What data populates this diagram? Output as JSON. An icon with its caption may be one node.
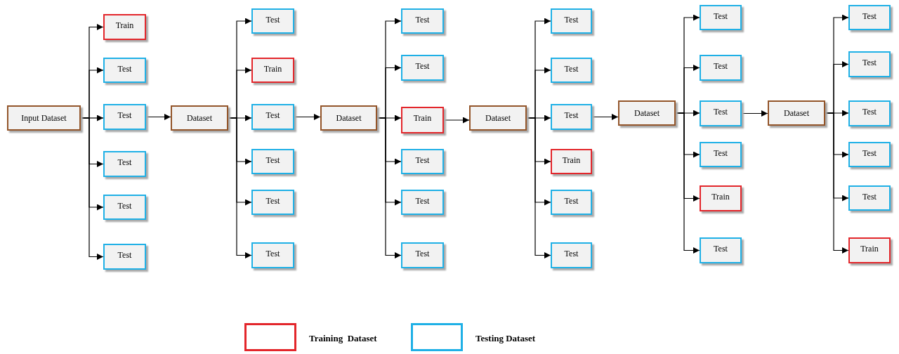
{
  "diagram": {
    "nodes": [
      {
        "text": [
          "Input Dataset"
        ]
      },
      {
        "text": [
          "Train"
        ]
      },
      {
        "text": [
          "Test"
        ]
      },
      {
        "text": [
          "Test"
        ]
      },
      {
        "text": [
          "Test"
        ]
      },
      {
        "text": [
          "Test"
        ]
      },
      {
        "text": [
          "Test"
        ]
      },
      {
        "text": [
          "Dataset"
        ]
      },
      {
        "text": [
          "Test"
        ]
      },
      {
        "text": [
          "Train"
        ]
      },
      {
        "text": [
          "Test"
        ]
      },
      {
        "text": [
          "Test"
        ]
      },
      {
        "text": [
          "Test"
        ]
      },
      {
        "text": [
          "Test"
        ]
      },
      {
        "text": [
          "Dataset"
        ]
      },
      {
        "text": [
          "Test"
        ]
      },
      {
        "text": [
          "Test"
        ]
      },
      {
        "text": [
          "Train"
        ]
      },
      {
        "text": [
          "Test"
        ]
      },
      {
        "text": [
          "Test"
        ]
      },
      {
        "text": [
          "Test"
        ]
      },
      {
        "text": [
          "Dataset"
        ]
      },
      {
        "text": [
          "Test"
        ]
      },
      {
        "text": [
          "Test"
        ]
      },
      {
        "text": [
          "Test"
        ]
      },
      {
        "text": [
          "Train"
        ]
      },
      {
        "text": [
          "Test"
        ]
      },
      {
        "text": [
          "Test"
        ]
      },
      {
        "text": [
          "Dataset"
        ]
      },
      {
        "text": [
          "Test"
        ]
      },
      {
        "text": [
          "Test"
        ]
      },
      {
        "text": [
          "Test"
        ]
      },
      {
        "text": [
          "Test"
        ]
      },
      {
        "text": [
          "Train"
        ]
      },
      {
        "text": [
          "Test"
        ]
      },
      {
        "text": [
          "Dataset"
        ]
      },
      {
        "text": [
          "Test"
        ]
      },
      {
        "text": [
          "Test"
        ]
      },
      {
        "text": [
          "Test"
        ]
      },
      {
        "text": [
          "Test"
        ]
      },
      {
        "text": [
          "Test"
        ]
      },
      {
        "text": [
          "Train"
        ]
      }
    ],
    "edges": [
      {
        "from": 0,
        "to": 1,
        "arrow": "to"
      },
      {
        "from": 0,
        "to": 2,
        "arrow": "to"
      },
      {
        "from": 0,
        "to": 3,
        "arrow": "to"
      },
      {
        "from": 0,
        "to": 4,
        "arrow": "to"
      },
      {
        "from": 0,
        "to": 5,
        "arrow": "to"
      },
      {
        "from": 0,
        "to": 6,
        "arrow": "to"
      },
      {
        "from": 3,
        "to": 7,
        "arrow": "to"
      },
      {
        "from": 7,
        "to": 8,
        "arrow": "to"
      },
      {
        "from": 7,
        "to": 9,
        "arrow": "to"
      },
      {
        "from": 7,
        "to": 10,
        "arrow": "to"
      },
      {
        "from": 7,
        "to": 11,
        "arrow": "to"
      },
      {
        "from": 7,
        "to": 12,
        "arrow": "to"
      },
      {
        "from": 7,
        "to": 13,
        "arrow": "to"
      },
      {
        "from": 10,
        "to": 14,
        "arrow": "to"
      },
      {
        "from": 14,
        "to": 15,
        "arrow": "to"
      },
      {
        "from": 14,
        "to": 16,
        "arrow": "to"
      },
      {
        "from": 14,
        "to": 17,
        "arrow": "to"
      },
      {
        "from": 14,
        "to": 18,
        "arrow": "to"
      },
      {
        "from": 14,
        "to": 19,
        "arrow": "to"
      },
      {
        "from": 14,
        "to": 20,
        "arrow": "to"
      },
      {
        "from": 17,
        "to": 21,
        "arrow": "to"
      },
      {
        "from": 21,
        "to": 22,
        "arrow": "to"
      },
      {
        "from": 21,
        "to": 23,
        "arrow": "to"
      },
      {
        "from": 21,
        "to": 24,
        "arrow": "to"
      },
      {
        "from": 21,
        "to": 25,
        "arrow": "to"
      },
      {
        "from": 21,
        "to": 26,
        "arrow": "to"
      },
      {
        "from": 21,
        "to": 27,
        "arrow": "to"
      },
      {
        "from": 24,
        "to": 28,
        "arrow": "to"
      },
      {
        "from": 28,
        "to": 29,
        "arrow": "to"
      },
      {
        "from": 28,
        "to": 30,
        "arrow": "to"
      },
      {
        "from": 28,
        "to": 31,
        "arrow": "to"
      },
      {
        "from": 28,
        "to": 32,
        "arrow": "to"
      },
      {
        "from": 28,
        "to": 33,
        "arrow": "to"
      },
      {
        "from": 28,
        "to": 34,
        "arrow": "to"
      },
      {
        "from": 31,
        "to": 35,
        "arrow": "to"
      },
      {
        "from": 35,
        "to": 36,
        "arrow": "to"
      },
      {
        "from": 35,
        "to": 37,
        "arrow": "to"
      },
      {
        "from": 35,
        "to": 38,
        "arrow": "to"
      },
      {
        "from": 35,
        "to": 39,
        "arrow": "to"
      },
      {
        "from": 35,
        "to": 40,
        "arrow": "to"
      },
      {
        "from": 35,
        "to": 41,
        "arrow": "to"
      }
    ],
    "legend": [
      {
        "text": "Training  Dataset",
        "color": "#e3262b"
      },
      {
        "text": "Testing Dataset",
        "color": "#1fb0e6"
      }
    ]
  }
}
